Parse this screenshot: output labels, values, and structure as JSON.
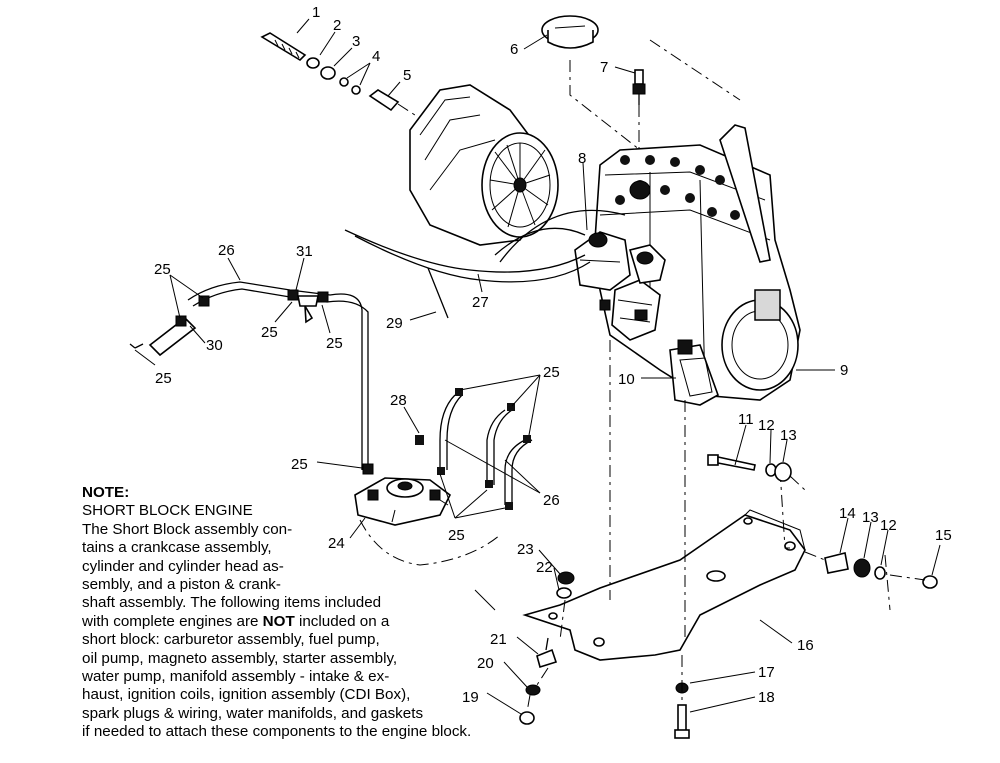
{
  "note": {
    "title": "NOTE:",
    "lines": [
      "SHORT BLOCK ENGINE",
      "The Short Block assembly con-",
      "tains a crankcase assembly,",
      "cylinder and cylinder head as-",
      "sembly, and a piston & crank-",
      "shaft assembly.  The following items included",
      "with complete engines are ",
      "short block:  carburetor assembly, fuel pump,",
      "oil pump, magneto assembly, starter assembly,",
      "water pump, manifold assembly - intake & ex-",
      "haust, ignition coils, ignition assembly (CDI Box),",
      "spark plugs & wiring, water manifolds, and gaskets",
      "if needed to attach these components to the engine block."
    ],
    "emphasis": "NOT",
    "line7_tail": " included on a"
  },
  "callouts": {
    "c1": "1",
    "c2": "2",
    "c3": "3",
    "c4": "4",
    "c5": "5",
    "c6": "6",
    "c7": "7",
    "c8": "8",
    "c9": "9",
    "c10": "10",
    "c11": "11",
    "c12a": "12",
    "c13a": "13",
    "c14": "14",
    "c13b": "13",
    "c12b": "12",
    "c15": "15",
    "c16": "16",
    "c17": "17",
    "c18": "18",
    "c19": "19",
    "c20": "20",
    "c21": "21",
    "c22": "22",
    "c23": "23",
    "c24": "24",
    "c25a": "25",
    "c25b": "25",
    "c25c": "25",
    "c25d": "25",
    "c25e": "25",
    "c25f": "25",
    "c25g": "25",
    "c26a": "26",
    "c26b": "26",
    "c27": "27",
    "c28": "28",
    "c29": "29",
    "c30": "30",
    "c31": "31"
  }
}
